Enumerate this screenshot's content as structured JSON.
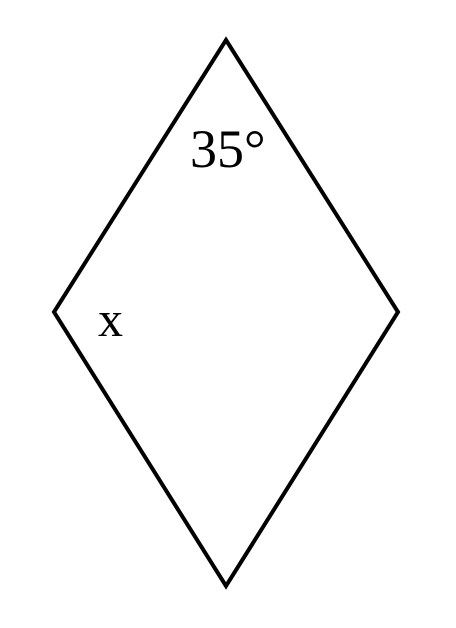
{
  "shape": {
    "type": "rhombus",
    "stroke_color": "#000000",
    "fill_color": "#ffffff"
  },
  "angles": {
    "top": "35°",
    "left": "x"
  }
}
